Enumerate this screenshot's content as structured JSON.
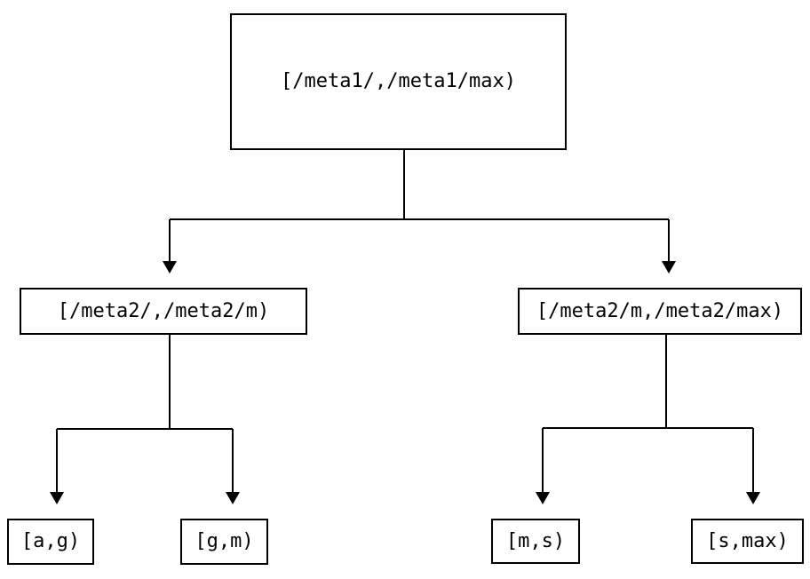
{
  "diagram": {
    "type": "tree",
    "colors": {
      "line": "#000000",
      "background": "#ffffff",
      "text": "#000000"
    },
    "nodes": {
      "root": {
        "label": "[/meta1/,/meta1/max)"
      },
      "left_child": {
        "label": "[/meta2/,/meta2/m)"
      },
      "right_child": {
        "label": "[/meta2/m,/meta2/max)"
      },
      "leaf_1": {
        "label": "[a,g)"
      },
      "leaf_2": {
        "label": "[g,m)"
      },
      "leaf_3": {
        "label": "[m,s)"
      },
      "leaf_4": {
        "label": "[s,max)"
      }
    },
    "edges": [
      {
        "from": "root",
        "to": "left_child"
      },
      {
        "from": "root",
        "to": "right_child"
      },
      {
        "from": "left_child",
        "to": "leaf_1"
      },
      {
        "from": "left_child",
        "to": "leaf_2"
      },
      {
        "from": "right_child",
        "to": "leaf_3"
      },
      {
        "from": "right_child",
        "to": "leaf_4"
      }
    ]
  }
}
